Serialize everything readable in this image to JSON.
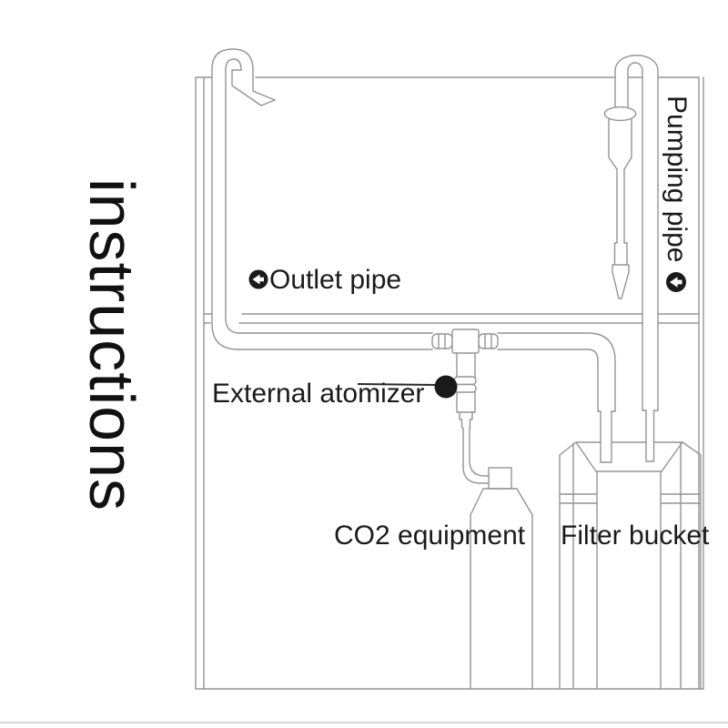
{
  "page": {
    "background": "#ffffff"
  },
  "title": {
    "text": "instructions",
    "orientation": "rotated-90-clockwise"
  },
  "labels": {
    "outlet_pipe": "Outlet pipe",
    "pumping_pipe": "Pumping pipe",
    "external_atomizer": "External atomizer",
    "co2_equipment": "CO2 equipment",
    "filter_bucket": "Filter bucket"
  },
  "icons": {
    "outlet_arrow": "left-arrow-in-black-circle",
    "pumping_arrow": "left-arrow-in-black-circle",
    "atomizer_marker": "black-dot-callout"
  },
  "colors": {
    "line": "#949494",
    "text": "#1a1a1a",
    "marker": "#1a1a1a",
    "bottom_rule": "#d9d9d9"
  }
}
